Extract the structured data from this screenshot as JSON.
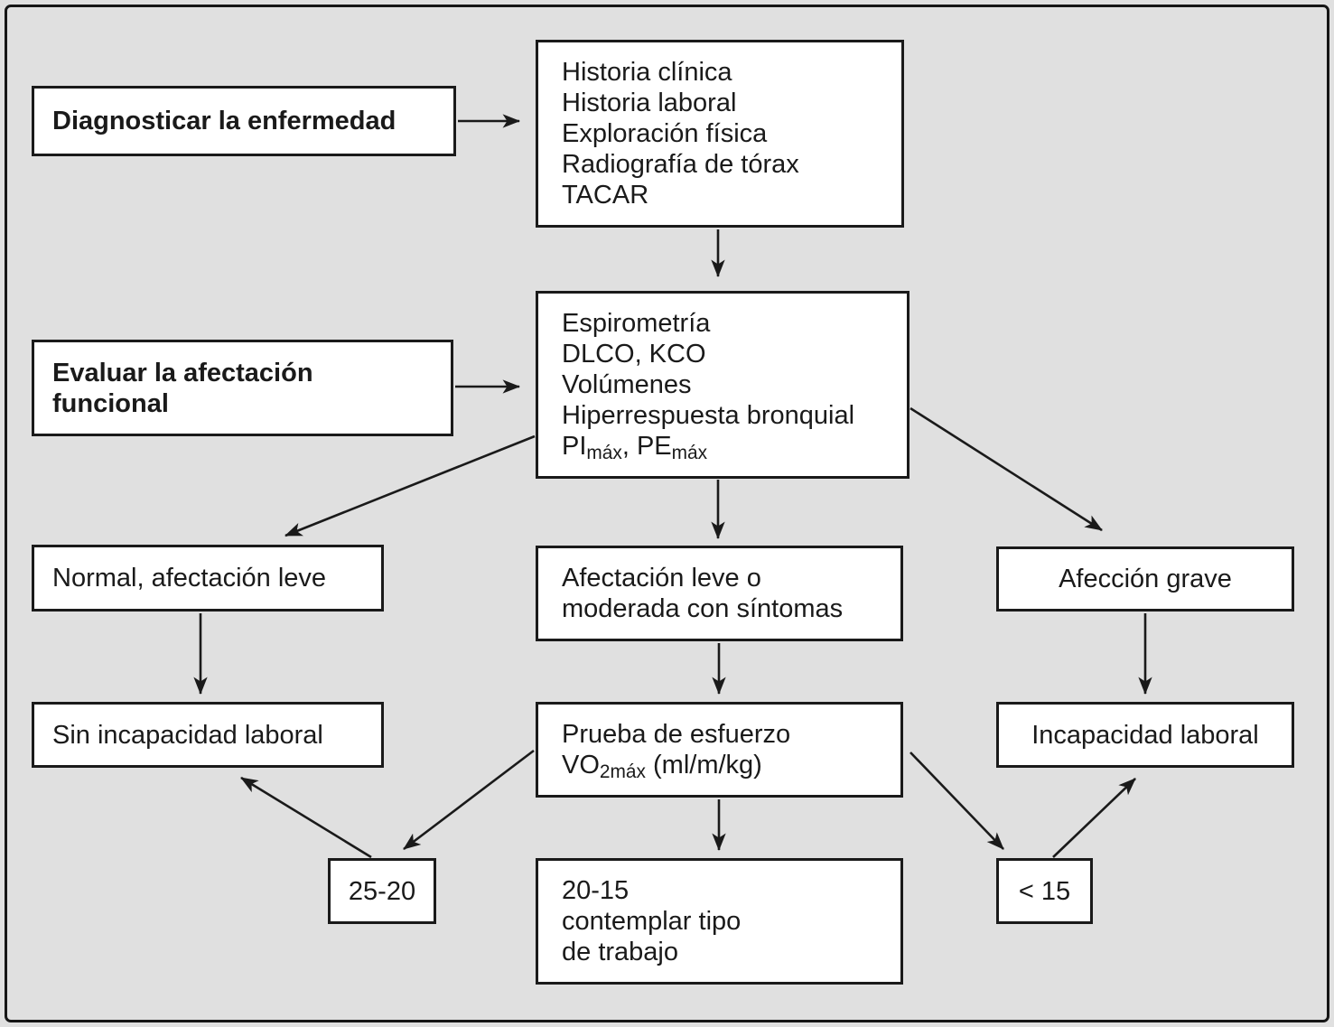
{
  "figure": {
    "type": "flowchart",
    "background_color": "#e0e0e0",
    "box_fill_color": "#ffffff",
    "line_color": "#1a1a1a"
  },
  "nodes": {
    "diagnose_label": "Diagnosticar la enfermedad",
    "diagnostic_tests": {
      "l1": "Historia clínica",
      "l2": "Historia laboral",
      "l3": "Exploración física",
      "l4": "Radiografía de tórax",
      "l5": "TACAR"
    },
    "evaluate_label": {
      "l1": "Evaluar la afectación",
      "l2": "funcional"
    },
    "functional_tests": {
      "l1": "Espirometría",
      "l2": "DLCO, KCO",
      "l3": "Volúmenes",
      "l4": "Hiperrespuesta bronquial",
      "l5": {
        "p1": "PI",
        "s1": "máx",
        "p2": ", PE",
        "s2": "máx"
      }
    },
    "normal_mild": "Normal, afectación leve",
    "mild_moderate": {
      "l1": "Afectación leve o",
      "l2": "moderada con síntomas"
    },
    "severe": "Afección grave",
    "no_disability": "Sin incapacidad laboral",
    "stress_test": {
      "l1": "Prueba de esfuerzo",
      "l2": {
        "p1": "VO",
        "s1": "2máx",
        "p2": " (ml/m/kg)"
      }
    },
    "disability": "Incapacidad laboral",
    "vo2_25_20": "25-20",
    "vo2_20_15": {
      "l1": "20-15",
      "l2": "contemplar tipo",
      "l3": "de trabajo"
    },
    "vo2_below_15": "< 15"
  }
}
